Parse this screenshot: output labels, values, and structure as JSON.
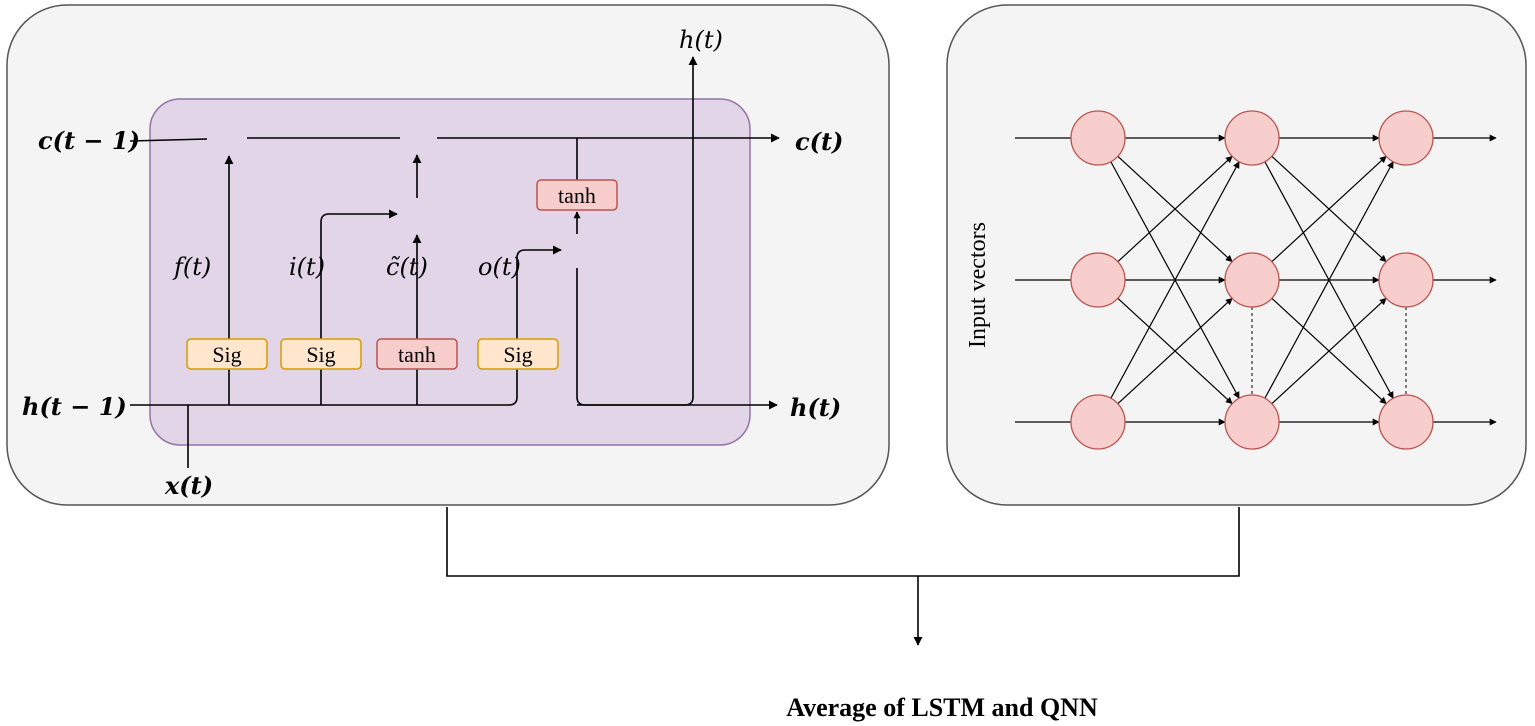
{
  "colors": {
    "panel_fill": "#f4f4f4",
    "panel_stroke": "#555555",
    "cell_fill": "#e1d5e7",
    "cell_stroke": "#9673a6",
    "sig_fill": "#ffe6cc",
    "sig_stroke": "#d79b00",
    "tanh_fill": "#f8cecc",
    "tanh_stroke": "#b85450",
    "node_fill": "#f8cecc",
    "node_stroke": "#b85450"
  },
  "lstm": {
    "c_prev": "c(t − 1)",
    "c_out": "c(t)",
    "h_prev": "h(t − 1)",
    "h_out": "h(t)",
    "h_top": "h(t)",
    "x_in": "x(t)",
    "f_gate": "f(t)",
    "i_gate": "i(t)",
    "c_tilde": "c̃(t)",
    "o_gate": "o(t)",
    "sig_label": "Sig",
    "tanh_label": "tanh",
    "tanh_top_label": "tanh"
  },
  "qnn": {
    "input_label": "Input vectors",
    "icon": "neural-network-icon"
  },
  "caption": "Average of LSTM and QNN"
}
